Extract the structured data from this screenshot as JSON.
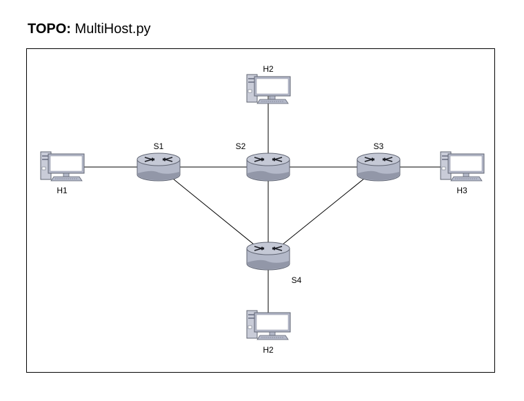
{
  "title": {
    "prefix": "TOPO:",
    "name": "MultiHost.py"
  },
  "switches": [
    {
      "id": "s1",
      "label": "S1"
    },
    {
      "id": "s2",
      "label": "S2"
    },
    {
      "id": "s3",
      "label": "S3"
    },
    {
      "id": "s4",
      "label": "S4"
    }
  ],
  "hosts": [
    {
      "id": "h1",
      "label": "H1"
    },
    {
      "id": "h2top",
      "label": "H2"
    },
    {
      "id": "h3",
      "label": "H3"
    },
    {
      "id": "h2bottom",
      "label": "H2"
    }
  ],
  "links": [
    [
      "h1",
      "s1"
    ],
    [
      "s1",
      "s2"
    ],
    [
      "s2",
      "s3"
    ],
    [
      "s3",
      "h3"
    ],
    [
      "h2top",
      "s2"
    ],
    [
      "s2",
      "s4"
    ],
    [
      "s1",
      "s4"
    ],
    [
      "s3",
      "s4"
    ],
    [
      "s4",
      "h2bottom"
    ]
  ],
  "colors": {
    "device_fill": "#b4b9c9",
    "device_stroke": "#5f6472",
    "screen_fill": "#ffffff",
    "link": "#000000"
  }
}
